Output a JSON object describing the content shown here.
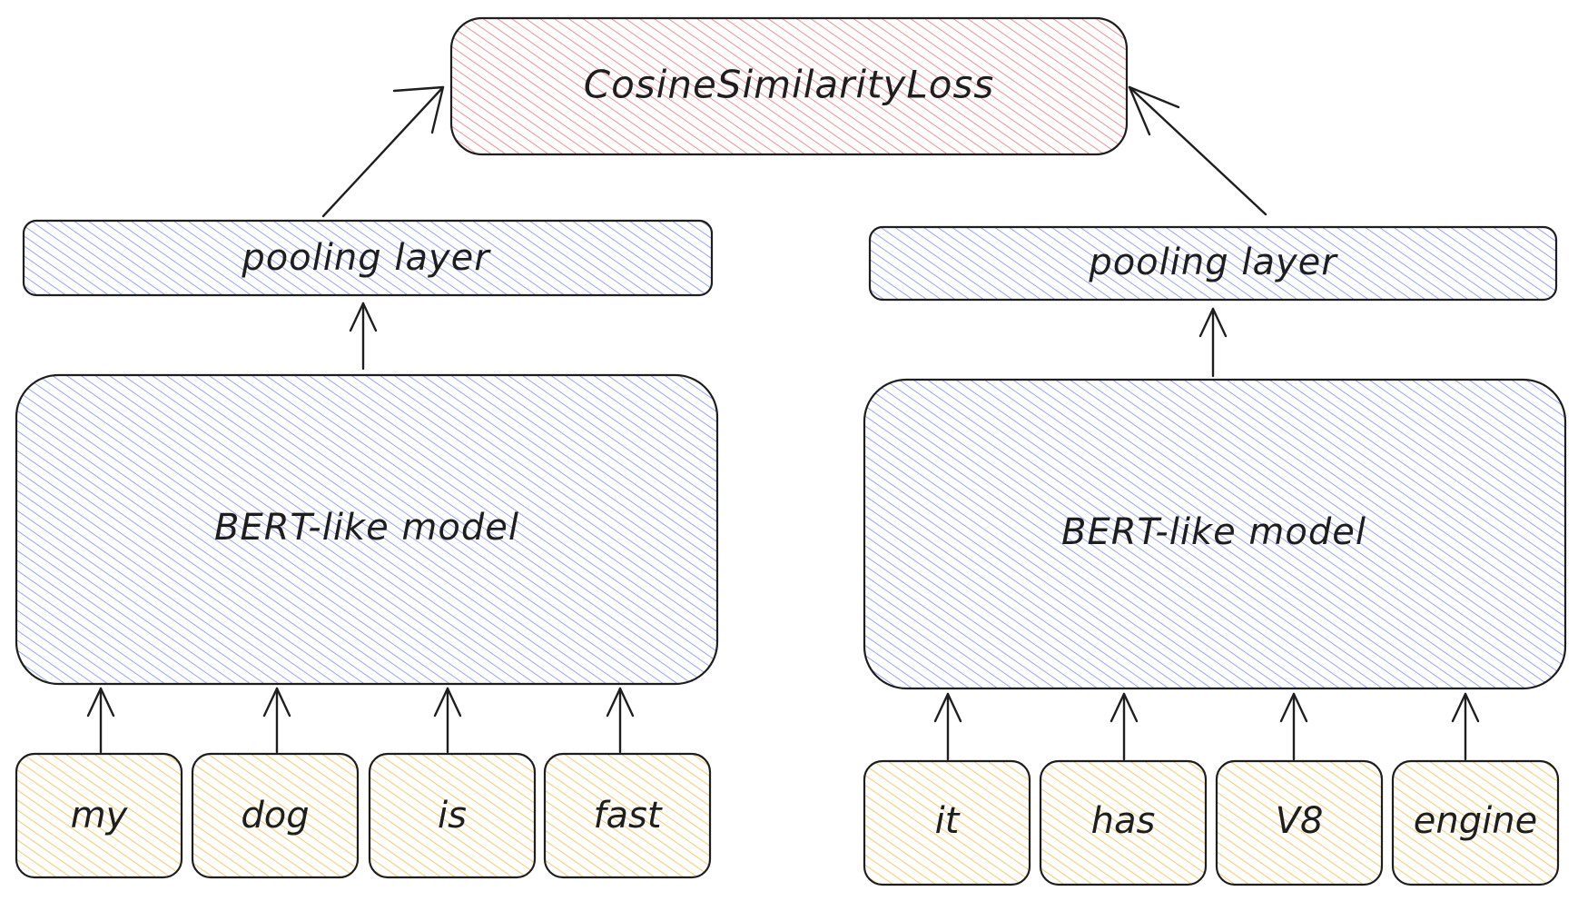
{
  "diagram": {
    "loss": {
      "label": "CosineSimilarityLoss",
      "color": "#e03131"
    },
    "left": {
      "pooling": {
        "label": "pooling layer"
      },
      "model": {
        "label": "BERT-like model"
      },
      "tokens": [
        "my",
        "dog",
        "is",
        "fast"
      ]
    },
    "right": {
      "pooling": {
        "label": "pooling layer"
      },
      "model": {
        "label": "BERT-like model"
      },
      "tokens": [
        "it",
        "has",
        "V8",
        "engine"
      ]
    }
  },
  "colors": {
    "loss_hatch": "#e03131",
    "model_hatch": "#4263eb",
    "token_hatch": "#f0b429",
    "stroke": "#1e1e1e"
  }
}
